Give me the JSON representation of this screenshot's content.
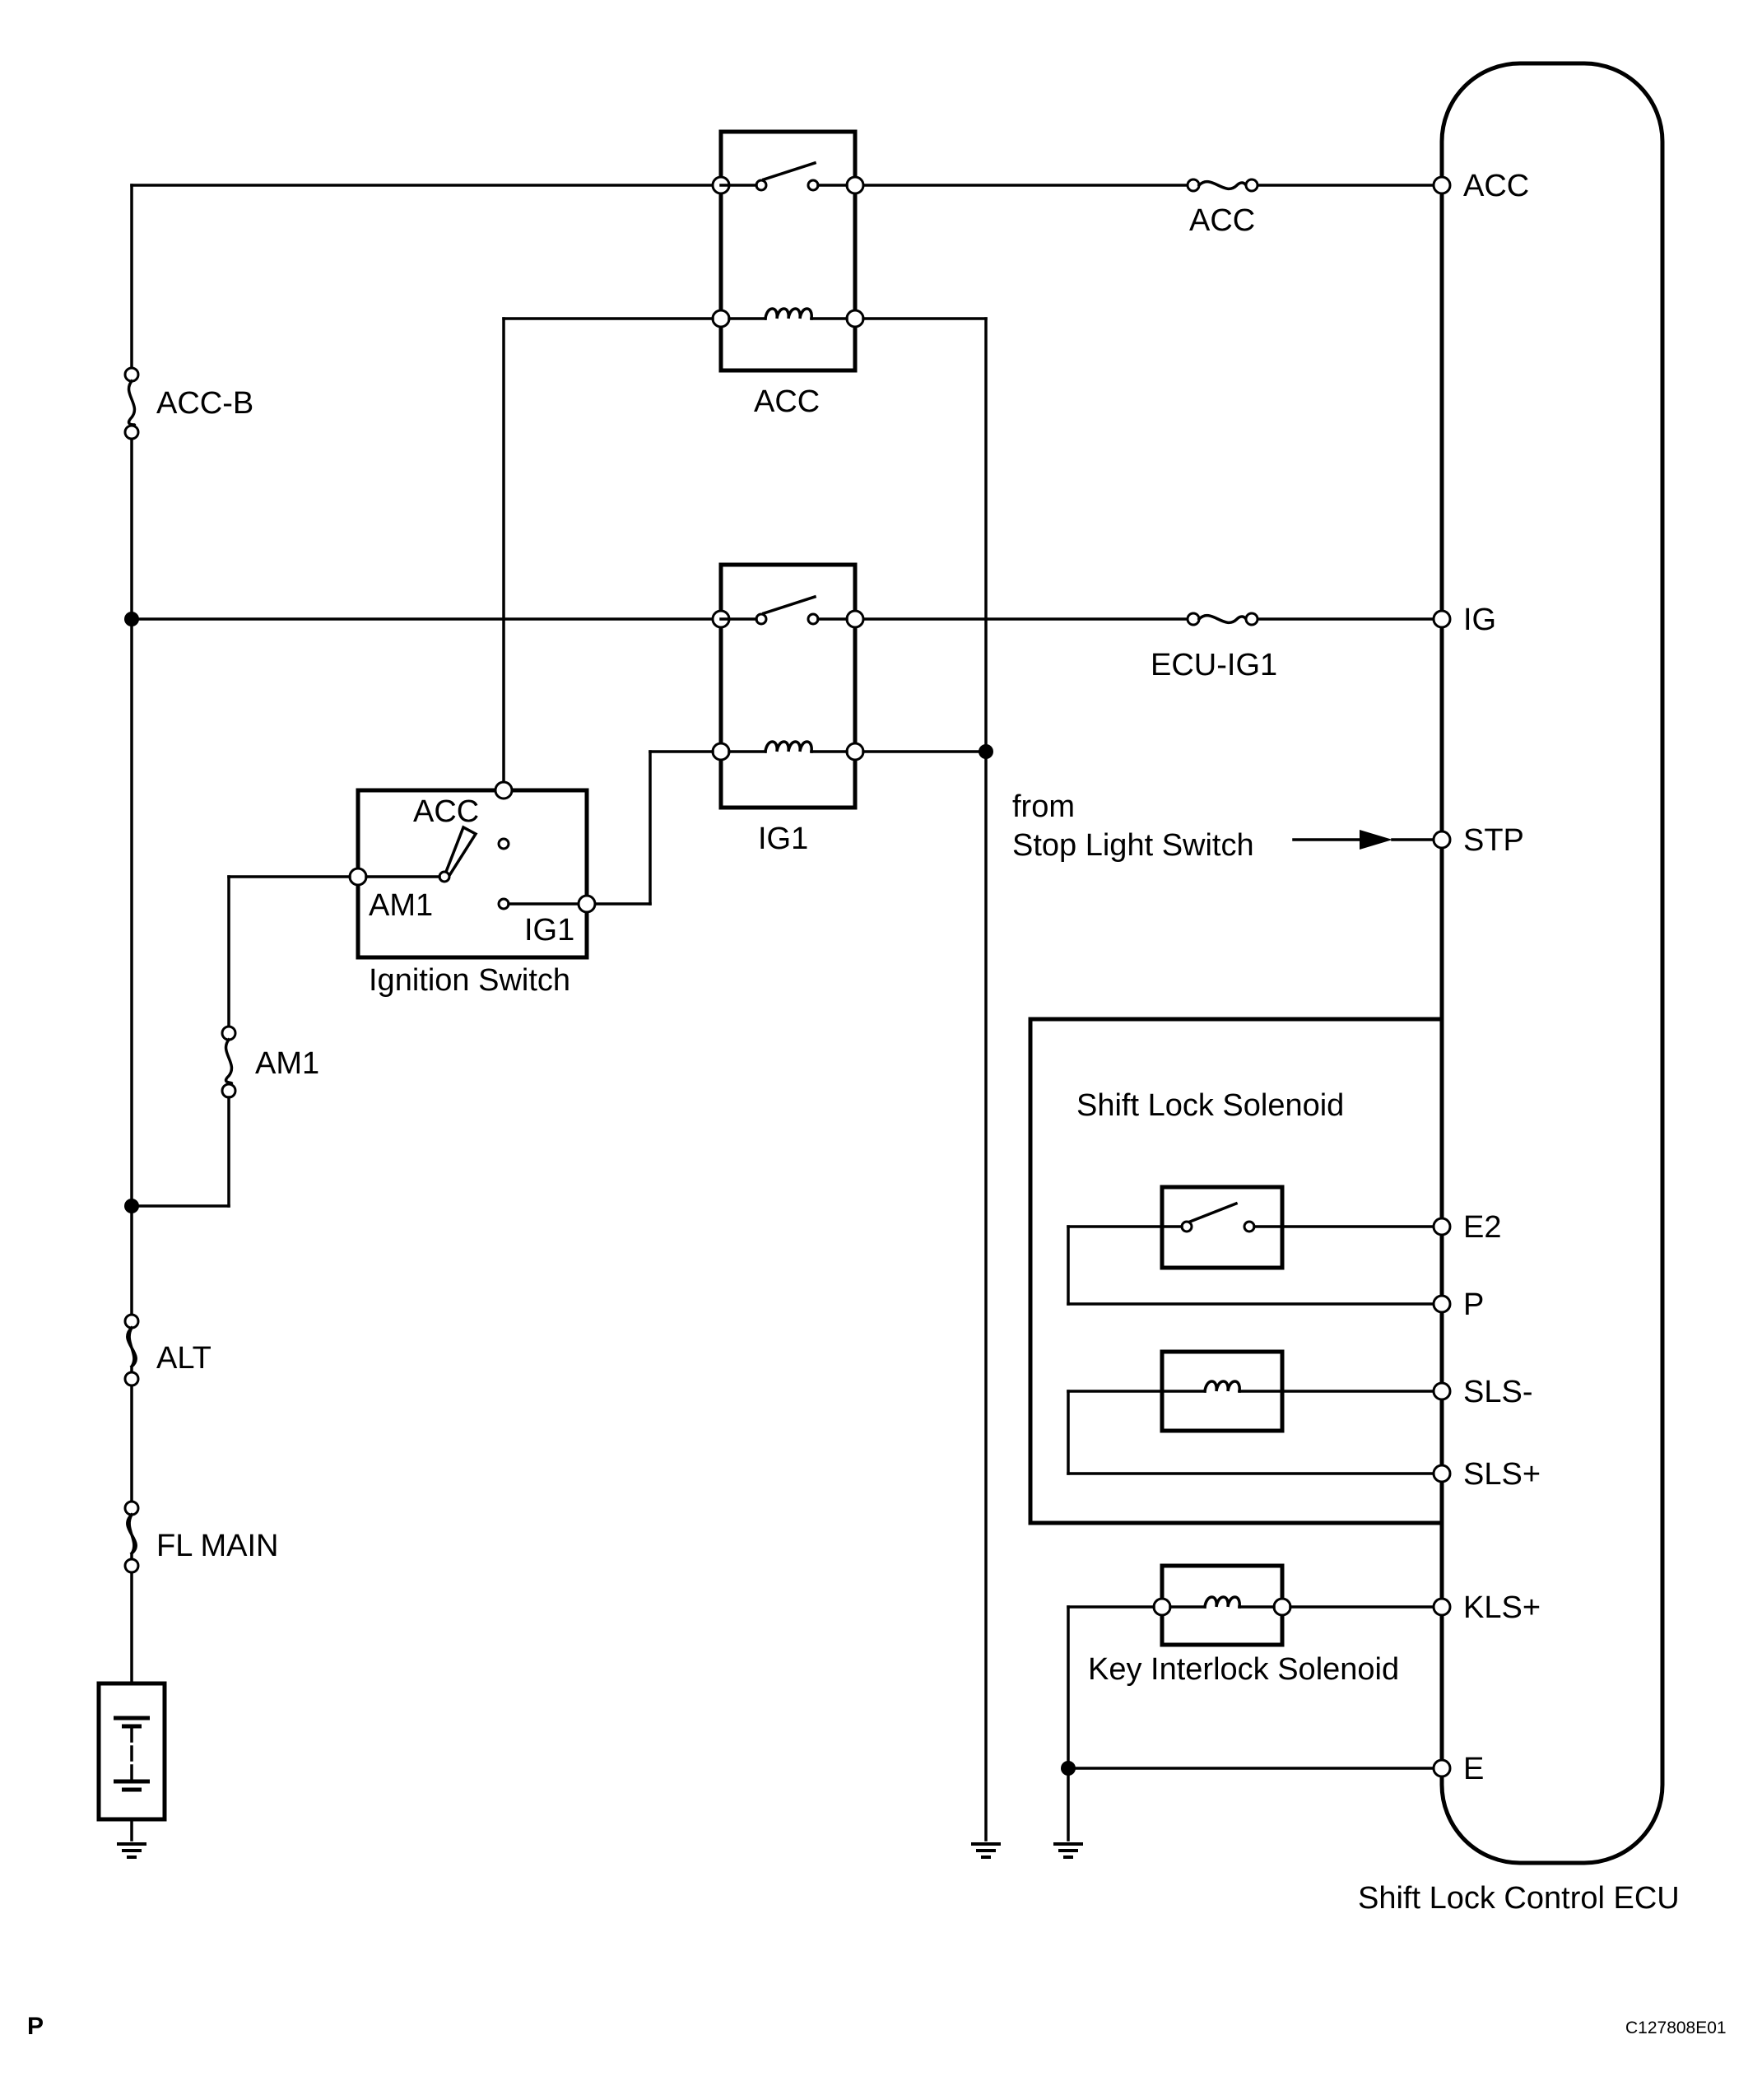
{
  "fuses": {
    "acc_b": "ACC-B",
    "am1": "AM1",
    "alt": "ALT",
    "fl_main": "FL MAIN",
    "acc": "ACC",
    "ecu_ig1": "ECU-IG1"
  },
  "relays": {
    "acc": "ACC",
    "ig1": "IG1"
  },
  "ignition_switch": {
    "title": "Ignition Switch",
    "acc": "ACC",
    "am1": "AM1",
    "ig1": "IG1"
  },
  "stop_light": {
    "line1": "from",
    "line2": "Stop Light Switch"
  },
  "shift_lock_solenoid": {
    "title": "Shift Lock Solenoid"
  },
  "key_interlock": {
    "title": "Key Interlock Solenoid"
  },
  "ecu": {
    "title": "Shift Lock Control ECU",
    "pins": {
      "acc": "ACC",
      "ig": "IG",
      "stp": "STP",
      "e2": "E2",
      "p": "P",
      "sls_minus": "SLS-",
      "sls_plus": "SLS+",
      "kls_plus": "KLS+",
      "e": "E"
    }
  },
  "footer": {
    "page_letter": "P",
    "figure_id": "C127808E01"
  }
}
